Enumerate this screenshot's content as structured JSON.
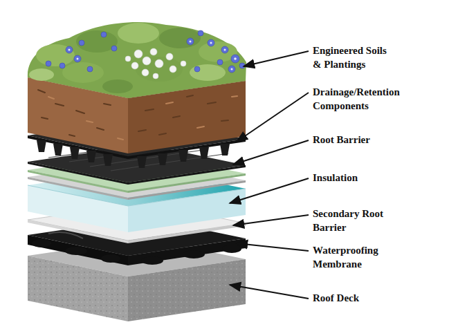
{
  "diagram": {
    "labels": [
      "Engineered Soils & Plantings",
      "Drainage/Retention Components",
      "Root Barrier",
      "Insulation",
      "Secondary Root Barrier",
      "Waterproofing Membrane",
      "Roof Deck"
    ]
  }
}
